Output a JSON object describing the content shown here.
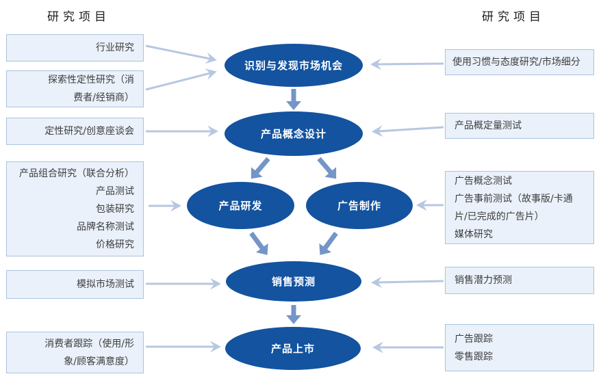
{
  "headers": {
    "left": "研究项目",
    "right": "研究项目"
  },
  "colors": {
    "node_fill": "#1353a0",
    "node_text": "#ffffff",
    "box_fill": "#eaf1fa",
    "box_border": "#abc3de",
    "flow_arrow": "#7495c7",
    "link_arrow": "#b7c7e1"
  },
  "nodes": {
    "opportunity": "识别与发现市场机会",
    "concept": "产品概念设计",
    "rnd": "产品研发",
    "ad": "广告制作",
    "forecast": "销售预测",
    "launch": "产品上市"
  },
  "left_boxes": [
    {
      "text": "行业研究"
    },
    {
      "text": "探索性定性研究（消\n费者/经销商）"
    },
    {
      "text": "定性研究/创意座谈会"
    },
    {
      "text": "产品组合研究（联合分析）\n产品测试\n包装研究\n品牌名称测试\n价格研究"
    },
    {
      "text": "模拟市场测试"
    },
    {
      "text": "消费者跟踪（使用/形\n象/顾客满意度）"
    }
  ],
  "right_boxes": [
    {
      "text": "使用习惯与态度研究/市场细分"
    },
    {
      "text": "产品概定量测试"
    },
    {
      "text": "广告概念测试\n广告事前测试（故事版/卡通\n片/已完成的广告片）\n媒体研究"
    },
    {
      "text": "销售潜力预测"
    },
    {
      "text": "广告跟踪\n零售跟踪"
    }
  ]
}
